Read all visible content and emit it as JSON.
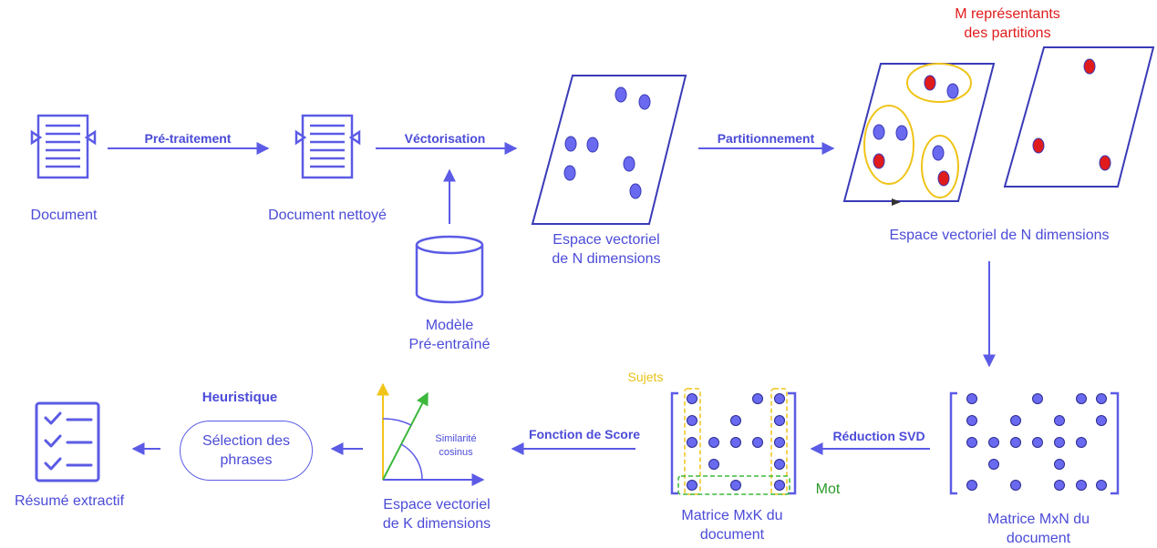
{
  "labels": {
    "document": "Document",
    "pretraitement": "Pré-traitement",
    "document_nettoye": "Document nettoyé",
    "vectorisation": "Véctorisation",
    "modele_line1": "Modèle",
    "modele_line2": "Pré-entraîné",
    "espace1_line1": "Espace vectoriel",
    "espace1_line2": "de N dimensions",
    "partitionnement": "Partitionnement",
    "representants_line1": "M représentants",
    "representants_line2": "des partitions",
    "espace2": "Espace vectoriel de N dimensions",
    "reduction_svd": "Réduction SVD",
    "matrice_mxn_line1": "Matrice MxN du",
    "matrice_mxn_line2": "document",
    "sujets": "Sujets",
    "mot": "Mot",
    "fonction_score": "Fonction de Score",
    "matrice_mxk_line1": "Matrice MxK du",
    "matrice_mxk_line2": "document",
    "similarite_line1": "Similarité",
    "similarite_line2": "cosinus",
    "espace3_line1": "Espace vectoriel",
    "espace3_line2": "de K dimensions",
    "heuristique": "Heuristique",
    "selection_line1": "Sélection des",
    "selection_line2": "phrases",
    "resume": "Résumé extractif"
  },
  "colors": {
    "primary": "#5b5be6",
    "dot_blue": "#6a6af0",
    "dot_red": "#e01b1b",
    "cluster_yellow": "#f0c419",
    "green_axis": "#3cb83c",
    "mot_green": "#3cb83c"
  }
}
